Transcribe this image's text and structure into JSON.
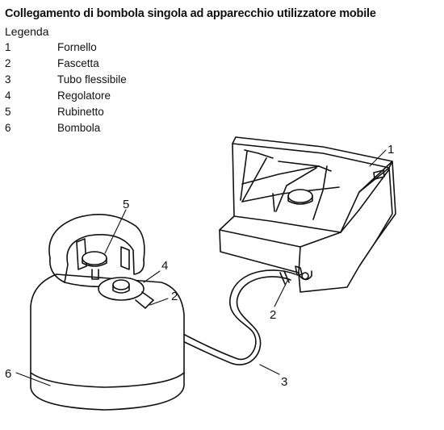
{
  "title": "Collegamento di bombola singola ad apparecchio utilizzatore mobile",
  "legend": {
    "heading": "Legenda",
    "items": [
      {
        "number": "1",
        "label": "Fornello"
      },
      {
        "number": "2",
        "label": "Fascetta"
      },
      {
        "number": "3",
        "label": "Tubo flessibile"
      },
      {
        "number": "4",
        "label": "Regolatore"
      },
      {
        "number": "5",
        "label": "Rubinetto"
      },
      {
        "number": "6",
        "label": "Bombola"
      }
    ]
  },
  "callouts": {
    "stove": "1",
    "clamp_stove": "2",
    "clamp_regulator": "2",
    "hose": "3",
    "regulator": "4",
    "valve": "5",
    "cylinder": "6"
  }
}
